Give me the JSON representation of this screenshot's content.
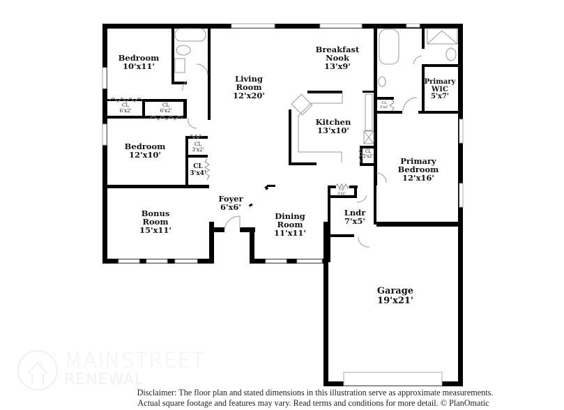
{
  "floor_plan": {
    "rooms": [
      {
        "id": "bedroom-1",
        "name": "Bedroom",
        "dims": "10'x11'"
      },
      {
        "id": "closet-1",
        "name": "CL",
        "dims": "6'x2'"
      },
      {
        "id": "closet-2",
        "name": "CL",
        "dims": "6'x2'"
      },
      {
        "id": "bedroom-2",
        "name": "Bedroom",
        "dims": "12'x10'"
      },
      {
        "id": "closet-3",
        "name": "CL",
        "dims": "3'x2'"
      },
      {
        "id": "closet-4",
        "name": "CL",
        "dims": "3'x4'"
      },
      {
        "id": "living-room",
        "name_line1": "Living",
        "name_line2": "Room",
        "dims": "12'x20'"
      },
      {
        "id": "breakfast-nook",
        "name_line1": "Breakfast",
        "name_line2": "Nook",
        "dims": "13'x9'"
      },
      {
        "id": "kitchen",
        "name": "Kitchen",
        "dims": "13'x10'"
      },
      {
        "id": "closet-5",
        "name": "CL",
        "dims": "2'x2'"
      },
      {
        "id": "closet-6",
        "name": "CL",
        "dims": "2'x2'"
      },
      {
        "id": "primary-wic",
        "name_line1": "Primary",
        "name_line2": "WIC",
        "dims": "5'x7'"
      },
      {
        "id": "primary-bedroom",
        "name_line1": "Primary",
        "name_line2": "Bedroom",
        "dims": "12'x16'"
      },
      {
        "id": "foyer",
        "name": "Foyer",
        "dims": "6'x6'"
      },
      {
        "id": "bonus-room",
        "name_line1": "Bonus",
        "name_line2": "Room",
        "dims": "15'x11'"
      },
      {
        "id": "dining-room",
        "name_line1": "Dining",
        "name_line2": "Room",
        "dims": "11'x11'"
      },
      {
        "id": "laundry",
        "name": "Lndr",
        "dims": "7'x5'"
      },
      {
        "id": "closet-7",
        "name": "CL",
        "dims": "3'x2'"
      },
      {
        "id": "garage",
        "name": "Garage",
        "dims": "19'x21'"
      }
    ]
  },
  "logo": {
    "line1": "MAINSTREET",
    "line2": "RENEWAL"
  },
  "disclaimer": {
    "line1": "Disclaimer: The floor plan and stated dimensions in this illustration serve as approximate measurements.",
    "line2": "Actual square footage and features may vary. Read terms and conditions for more detail. © PlanOmatic"
  },
  "colors": {
    "wall": "#000000",
    "fixture": "#9a9a9a",
    "window": "#bdbdbd",
    "background": "#ffffff",
    "logo": "#f1f1f1"
  }
}
